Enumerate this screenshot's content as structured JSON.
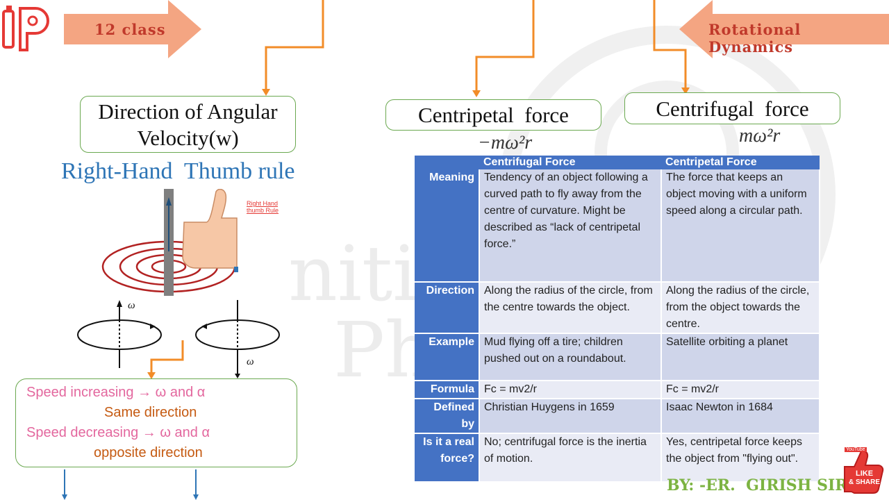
{
  "header": {
    "class_label": "12 class",
    "topic_label": "Rotational Dynamics"
  },
  "left": {
    "angular_title": "Direction of Angular Velocity(w)",
    "rule_title": "Right-Hand  Thumb rule",
    "illustration_label": "Right Hand thumb Rule",
    "omega_symbol": "ω",
    "speed": {
      "line1": "Speed increasing → ω and α",
      "line2": "Same direction",
      "line3": "Speed decreasing → ω and α",
      "line4": "opposite direction"
    }
  },
  "center": {
    "centripetal_title": "Centripetal  force",
    "centripetal_formula": "−mω²r⃗",
    "centrifugal_title": "Centrifugal  force",
    "centrifugal_formula": "mω²r⃗"
  },
  "table": {
    "headers": [
      "",
      "Centrifugal Force",
      "Centripetal Force"
    ],
    "rows": [
      {
        "label": "Meaning",
        "c1": "Tendency of an object following a curved path to fly away from the centre of curvature. Might be described as “lack of centripetal force.”",
        "c2": "The force that keeps an object moving with a uniform speed along a circular path."
      },
      {
        "label": "Direction",
        "c1": "Along the radius of the circle, from the centre towards the object.",
        "c2": "Along the radius of the circle, from the object towards the centre."
      },
      {
        "label": "Example",
        "c1": "Mud flying off a tire; children pushed out on a roundabout.",
        "c2": "Satellite orbiting a planet"
      },
      {
        "label": "Formula",
        "c1": "Fc = mv2/r",
        "c2": "Fc = mv2/r"
      },
      {
        "label": "Defined by",
        "c1": "Christian Huygens in 1659",
        "c2": "Isaac Newton in 1684"
      },
      {
        "label": "Is it a real force?",
        "c1": "No; centrifugal force is the inertia of motion.",
        "c2": "Yes, centripetal force keeps the object from \"flying out\"."
      }
    ]
  },
  "footer": {
    "author": "BY: -ER.  GIRISH SIR",
    "badge_top": "YouTube",
    "badge_line1": "LIKE",
    "badge_line2": "& SHARE"
  },
  "colors": {
    "arrow_fill": "#f4a582",
    "arrow_text": "#c0392b",
    "table_header": "#4472c4",
    "row_odd": "#cfd5ea",
    "row_even": "#e9ebf5",
    "box_border": "#6aa84f",
    "connector": "#f28c28",
    "rule_blue": "#2e75b6",
    "author_green": "#7cb342",
    "badge_red": "#e53935"
  }
}
